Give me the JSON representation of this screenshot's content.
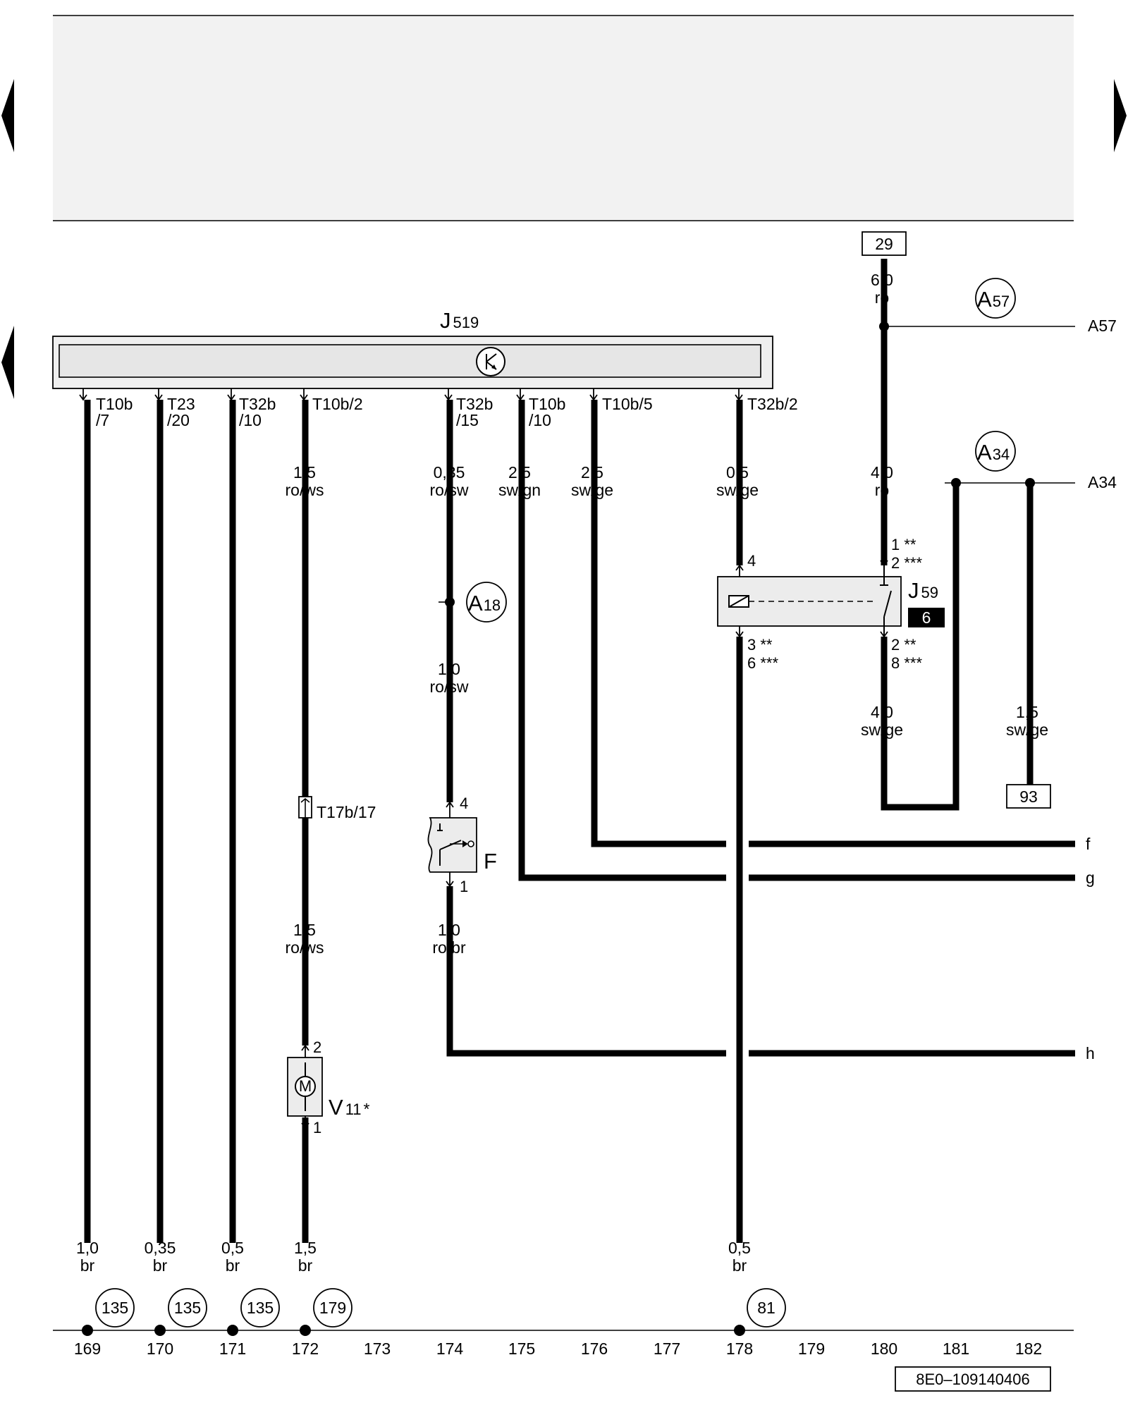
{
  "nav": {
    "prev_label": "previous page",
    "next_label": "next page",
    "back_label": "previous section"
  },
  "component_j519": {
    "letter": "J",
    "number": "519"
  },
  "component_j59": {
    "letter": "J",
    "number": "59",
    "badge": "6"
  },
  "component_f": {
    "letter": "F"
  },
  "component_v11": {
    "letter": "V",
    "number": "11",
    "note": "*"
  },
  "connector_t17b": {
    "text": "T17b/17"
  },
  "terminals": {
    "t10b7": [
      "T10b",
      "/7"
    ],
    "t23_20": [
      "T23",
      "/20"
    ],
    "t32b10": [
      "T32b",
      "/10"
    ],
    "t10b2": "T10b/2",
    "t32b15": [
      "T32b",
      "/15"
    ],
    "t10b10": [
      "T10b",
      "/10"
    ],
    "t10b5": "T10b/5",
    "t32b2": "T32b/2"
  },
  "wires": {
    "w169": [
      "1,0",
      "br"
    ],
    "w170": [
      "0,35",
      "br"
    ],
    "w171": [
      "0,5",
      "br"
    ],
    "w172_top": [
      "1,5",
      "ro/ws"
    ],
    "w172_mid": [
      "1,5",
      "ro/ws"
    ],
    "w172_bot": [
      "1,5",
      "br"
    ],
    "w174_top": [
      "0,35",
      "ro/sw"
    ],
    "w174_mid": [
      "1,0",
      "ro/sw"
    ],
    "w174_bot": [
      "1,0",
      "ro/br"
    ],
    "w175": [
      "2,5",
      "sw/gn"
    ],
    "w176": [
      "2,5",
      "sw/ge"
    ],
    "w178_top": [
      "0,5",
      "sw/ge"
    ],
    "w178_bot": [
      "0,5",
      "br"
    ],
    "w180_top": [
      "6,0",
      "ro"
    ],
    "w180_mid": [
      "4,0",
      "ro"
    ],
    "w180_bot": [
      "4,0",
      "sw/ge"
    ],
    "w182": [
      "1,5",
      "sw/ge"
    ]
  },
  "pins": {
    "j59_in4": "4",
    "j59_in_a": "1 **",
    "j59_in_b": "2 ***",
    "j59_out_a": "3 **",
    "j59_out_b": "6 ***",
    "j59_out_c": "2 **",
    "j59_out_d": "8 ***",
    "f_top": "4",
    "f_bot": "1",
    "v11_top": "2",
    "v11_bot": "1"
  },
  "connection_points": {
    "a57": {
      "letter": "A",
      "number": "57",
      "side": "A57"
    },
    "a34": {
      "letter": "A",
      "number": "34",
      "side": "A34"
    },
    "a18": {
      "letter": "A",
      "number": "18"
    }
  },
  "refs": {
    "r29": "29",
    "r93": "93"
  },
  "ground_refs": [
    "135",
    "135",
    "135",
    "179",
    "81"
  ],
  "continuations": [
    "f",
    "g",
    "h"
  ],
  "tracks": [
    "169",
    "170",
    "171",
    "172",
    "173",
    "174",
    "175",
    "176",
    "177",
    "178",
    "179",
    "180",
    "181",
    "182"
  ],
  "doc_code": "8E0–109140406",
  "colors": {
    "ink": "#000000",
    "header_band": "#f2f2f2",
    "component_fill": "#ececec"
  }
}
